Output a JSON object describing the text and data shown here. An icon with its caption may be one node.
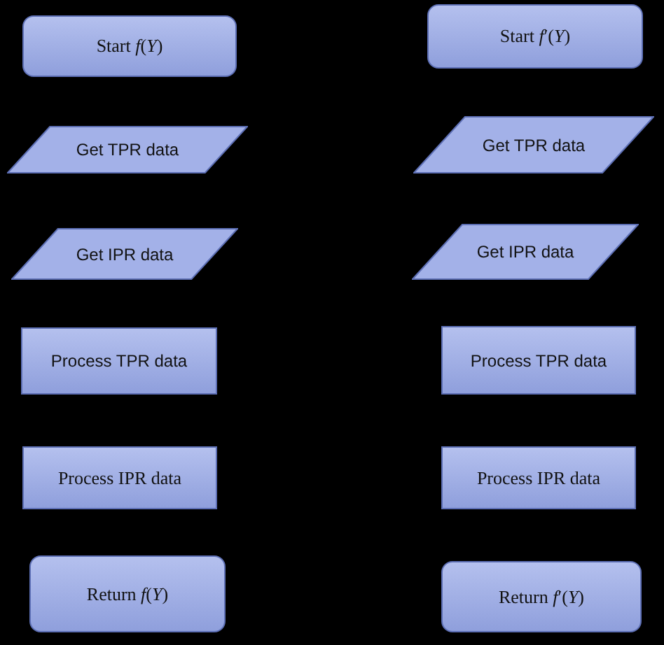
{
  "diagram": {
    "nodes": [
      {
        "text": [
          "Start *f*(*Y*)"
        ]
      },
      {
        "text": [
          "Start *f*′(*Y*)"
        ]
      },
      {
        "text": [
          "Get TPR data"
        ]
      },
      {
        "text": [
          "Get TPR data"
        ]
      },
      {
        "text": [
          "Get IPR data"
        ]
      },
      {
        "text": [
          "Get IPR data"
        ]
      },
      {
        "text": [
          "Process TPR data"
        ]
      },
      {
        "text": [
          "Process TPR data"
        ]
      },
      {
        "text": [
          "Process IPR data"
        ]
      },
      {
        "text": [
          "Process IPR data"
        ]
      },
      {
        "text": [
          "Return *f*(*Y*)"
        ]
      },
      {
        "text": [
          "Return *f*′(*Y*)"
        ]
      }
    ]
  }
}
